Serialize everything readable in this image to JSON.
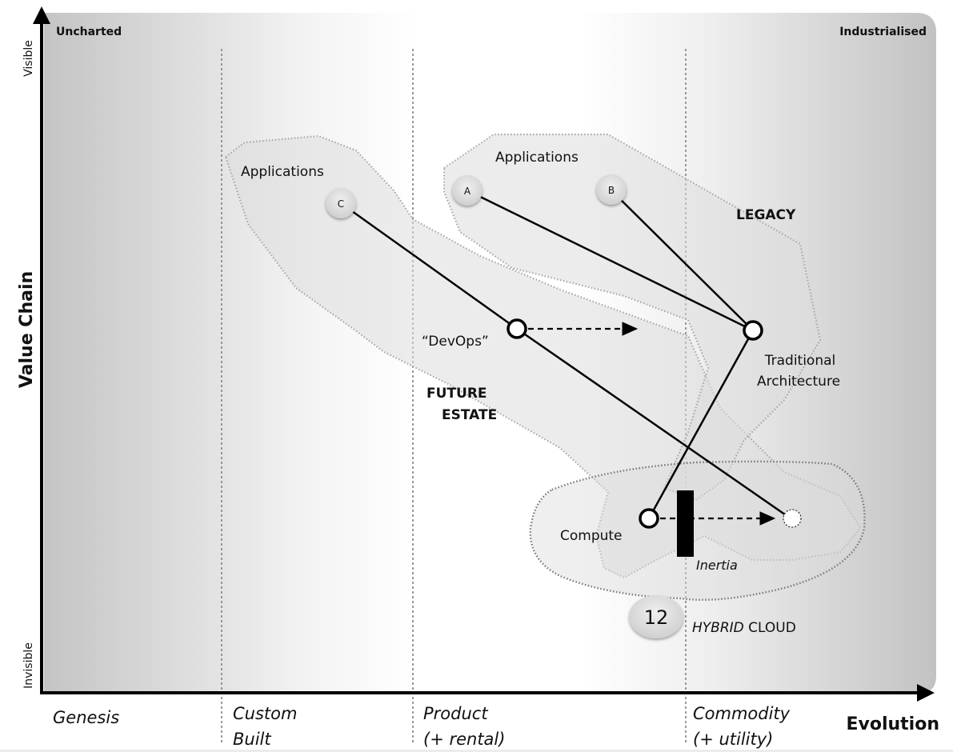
{
  "diagram": {
    "corner_labels": {
      "top_left": "Uncharted",
      "top_right": "Industrialised"
    },
    "y_axis": {
      "title": "Value Chain",
      "top": "Visible",
      "bottom": "Invisible"
    },
    "x_axis": {
      "title": "Evolution",
      "stages": [
        {
          "line1": "Genesis",
          "line2": ""
        },
        {
          "line1": "Custom",
          "line2": "Built"
        },
        {
          "line1": "Product",
          "line2": "(+ rental)"
        },
        {
          "line1": "Commodity",
          "line2": "(+ utility)"
        }
      ]
    },
    "regions": {
      "future_estate": {
        "line1": "FUTURE",
        "line2": "ESTATE"
      },
      "legacy": "LEGACY",
      "hybrid_cloud_italic": "HYBRID",
      "hybrid_cloud_rest": " CLOUD"
    },
    "groups": {
      "applications_left": "Applications",
      "applications_right": "Applications"
    },
    "nodes": {
      "a": "A",
      "b": "B",
      "c": "C",
      "devops": "“DevOps”",
      "traditional": {
        "line1": "Traditional",
        "line2": "Architecture"
      },
      "compute": "Compute",
      "inertia": "Inertia"
    },
    "badge": "12"
  }
}
